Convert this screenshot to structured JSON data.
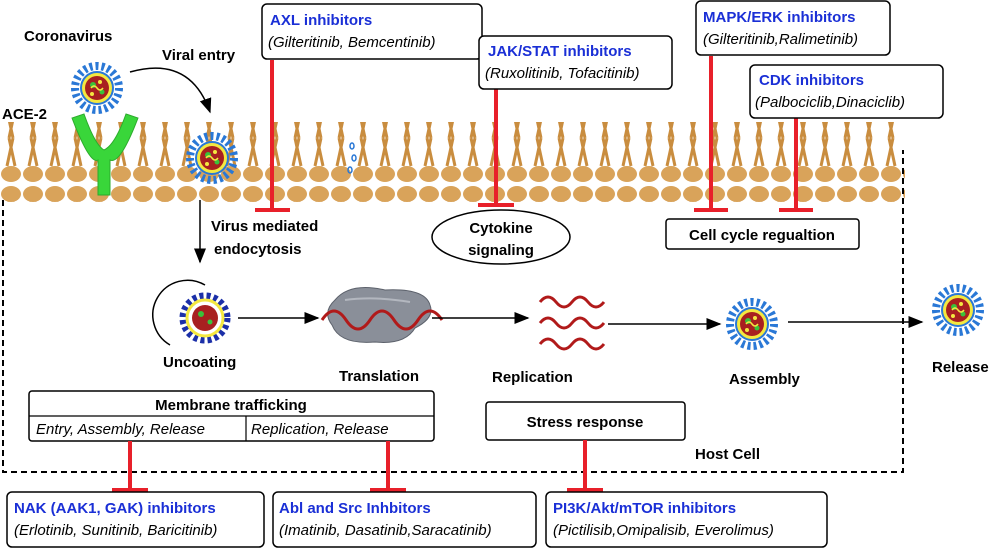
{
  "labels": {
    "coronavirus": "Coronavirus",
    "viral_entry": "Viral entry",
    "ace2": "ACE-2",
    "endocytosis_1": "Virus mediated",
    "endocytosis_2": "endocytosis",
    "cytokine_1": "Cytokine",
    "cytokine_2": "signaling",
    "cell_cycle": "Cell cycle regualtion",
    "uncoating": "Uncoating",
    "translation": "Translation",
    "replication": "Replication",
    "assembly": "Assembly",
    "release": "Release",
    "host_cell": "Host Cell",
    "stress_response": "Stress response"
  },
  "membrane_trafficking": {
    "title": "Membrane trafficking",
    "left": "Entry, Assembly, Release",
    "right": "Replication, Release"
  },
  "inhibitors": {
    "axl": {
      "title": "AXL inhibitors",
      "drugs": "(Gilteritinib, Bemcentinib)"
    },
    "jak": {
      "title": "JAK/STAT inhibitors",
      "drugs": "(Ruxolitinib, Tofacitinib)"
    },
    "mapk": {
      "title": "MAPK/ERK inhibitors",
      "drugs": "(Gilteritinib,Ralimetinib)"
    },
    "cdk": {
      "title": "CDK inhibitors",
      "drugs": "(Palbociclib,Dinaciclib)"
    },
    "nak": {
      "title": "NAK (AAK1, GAK) inhibitors",
      "drugs": "(Erlotinib, Sunitinib, Baricitinib)"
    },
    "abl": {
      "title": "Abl and Src Inhbitors",
      "drugs": "(Imatinib, Dasatinib,Saracatinib)"
    },
    "pi3k": {
      "title": "PI3K/Akt/mTOR inhibitors",
      "drugs": "(Pictilisib,Omipalisib, Everolimus)"
    }
  },
  "colors": {
    "inhibitor_title": "#1a2fd6",
    "inhibition": "#e8202a",
    "membrane": "#d9a35a",
    "ace2": "#39d63a",
    "virus_core": "#a82020",
    "virus_spike": "#2a78d6"
  }
}
